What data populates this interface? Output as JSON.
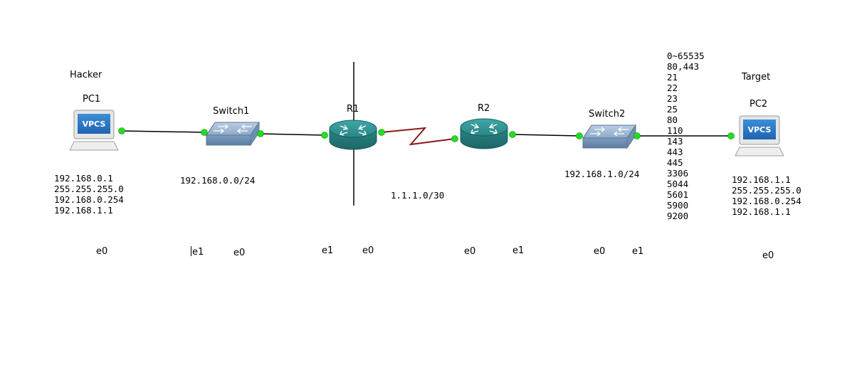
{
  "nodes": {
    "pc1": {
      "name": "PC1",
      "caption": "Hacker",
      "screen": "VPCS",
      "config": [
        "192.168.0.1",
        "255.255.255.0",
        "192.168.0.254",
        "192.168.1.1"
      ],
      "iface": "e0"
    },
    "switch1": {
      "name": "Switch1",
      "iface_left": "e1",
      "iface_right": "e0"
    },
    "r1": {
      "name": "R1",
      "iface_left": "e1",
      "iface_right": "e0"
    },
    "r2": {
      "name": "R2",
      "iface_left": "e0",
      "iface_right": "e1"
    },
    "switch2": {
      "name": "Switch2",
      "iface_left": "e0",
      "iface_right": "e1"
    },
    "pc2": {
      "name": "PC2",
      "caption": "Target",
      "screen": "VPCS",
      "config": [
        "192.168.1.1",
        "255.255.255.0",
        "192.168.0.254",
        "192.168.1.1"
      ],
      "iface": "e0"
    }
  },
  "networks": {
    "lan1": "192.168.0.0/24",
    "wan": "1.1.1.0/30",
    "lan2": "192.168.1.0/24"
  },
  "ports": [
    "0~65535",
    "80,443",
    "21",
    "22",
    "23",
    "25",
    "80",
    "110",
    "143",
    "443",
    "445",
    "3306",
    "5044",
    "5601",
    "5900",
    "9200"
  ],
  "colors": {
    "link": "#000000",
    "serial_link": "#8b1a1a",
    "port_dot": "#22dd22",
    "router_body": "#2f8f8f",
    "switch_body": "#7f9fc0"
  }
}
